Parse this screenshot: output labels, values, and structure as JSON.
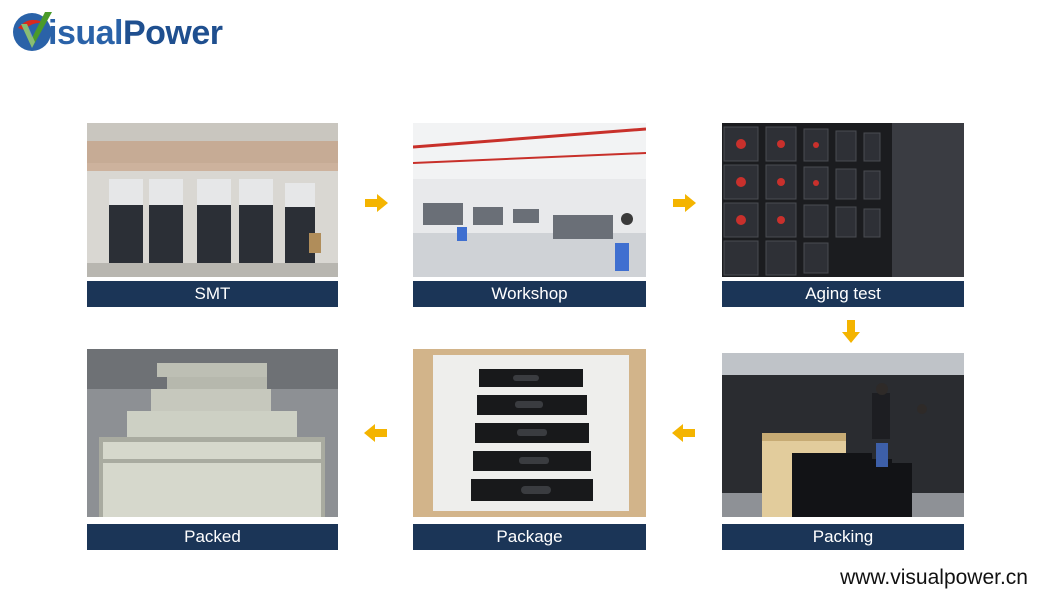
{
  "brand": {
    "first_letter": "V",
    "text_light": "isual",
    "text_bold": "Power",
    "colors": {
      "blue": "#2a62a8",
      "red": "#d9291c",
      "green": "#4a9a2a"
    }
  },
  "steps": [
    {
      "label": "SMT"
    },
    {
      "label": "Workshop"
    },
    {
      "label": "Aging test"
    },
    {
      "label": "Packing"
    },
    {
      "label": "Package"
    },
    {
      "label": "Packed"
    }
  ],
  "colors": {
    "label_bg": "#1b3557",
    "arrow": "#f4b400"
  },
  "icons": {
    "flow_arrow": "arrow-icon"
  },
  "footer": {
    "url": "www.visualpower.cn"
  }
}
